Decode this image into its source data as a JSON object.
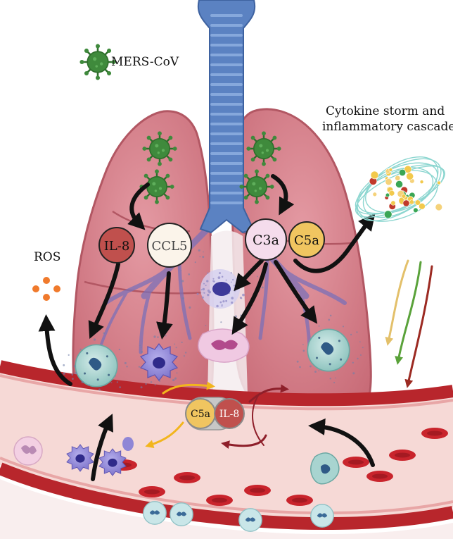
{
  "labels": {
    "virus_legend": "MERS-CoV",
    "storm_line1": "Cytokine storm and",
    "storm_line2": "inflammatory cascades",
    "ros": "ROS"
  },
  "mediators": {
    "il8": "IL-8",
    "ccl5": "CCL5",
    "c3a": "C3a",
    "c5a": "C5a",
    "vessel_c5a": "C5a",
    "vessel_il8": "IL-8"
  },
  "colors": {
    "lung": "#d9828c",
    "lung_dark": "#b9606c",
    "trachea": "#5b82c2",
    "virus": "#3f8a3c",
    "il8": "#c0504d",
    "ccl5": "#fbf4ea",
    "c3a": "#f5dcec",
    "c5a": "#f0c560",
    "vessel": "#b8262c",
    "vessel_lumen": "#f6d9d6",
    "neutrophil": "#a8d4d0",
    "monocyte": "#8f86d6",
    "ros": "#f07a2c"
  },
  "icons": [
    "virus-icon",
    "neutrophil-icon",
    "monocyte-icon",
    "ros-particle-icon",
    "cytokine-swirl-icon",
    "red-blood-cell-icon"
  ]
}
